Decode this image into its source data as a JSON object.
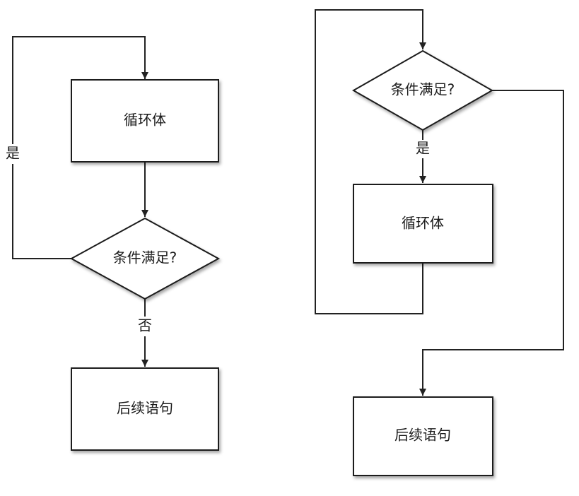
{
  "left_flowchart": {
    "loop_body": "循环体",
    "condition": "条件满足?",
    "yes_label": "是",
    "no_label": "否",
    "next_statement": "后续语句"
  },
  "right_flowchart": {
    "condition": "条件满足?",
    "yes_label": "是",
    "loop_body": "循环体",
    "next_statement": "后续语句"
  }
}
